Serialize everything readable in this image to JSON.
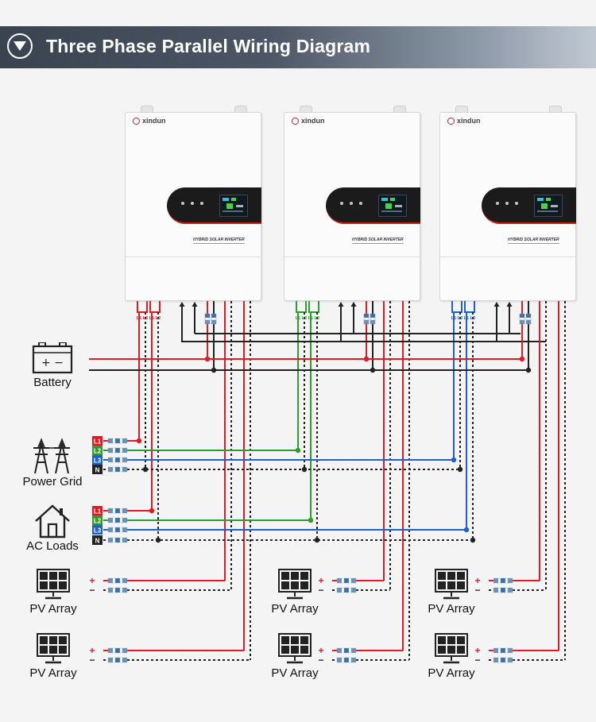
{
  "header": {
    "title": "Three Phase Parallel Wiring Diagram"
  },
  "brand": "xindun",
  "inverter_model": "HYBRID SOLAR INVERTER",
  "terminals": [
    "L1",
    "L2",
    "L1",
    "L2"
  ],
  "phase_tags": [
    "L1",
    "L2",
    "L3",
    "N"
  ],
  "polarity": {
    "plus": "+",
    "minus": "−"
  },
  "battery_symbol": "+ −",
  "labels": {
    "battery": "Battery",
    "power_grid": "Power Grid",
    "ac_loads": "AC Loads",
    "pv": "PV Array"
  },
  "colors": {
    "l1": "#e01b24",
    "l2": "#2e9c2e",
    "l3": "#1e62c8",
    "n": "#222222"
  }
}
